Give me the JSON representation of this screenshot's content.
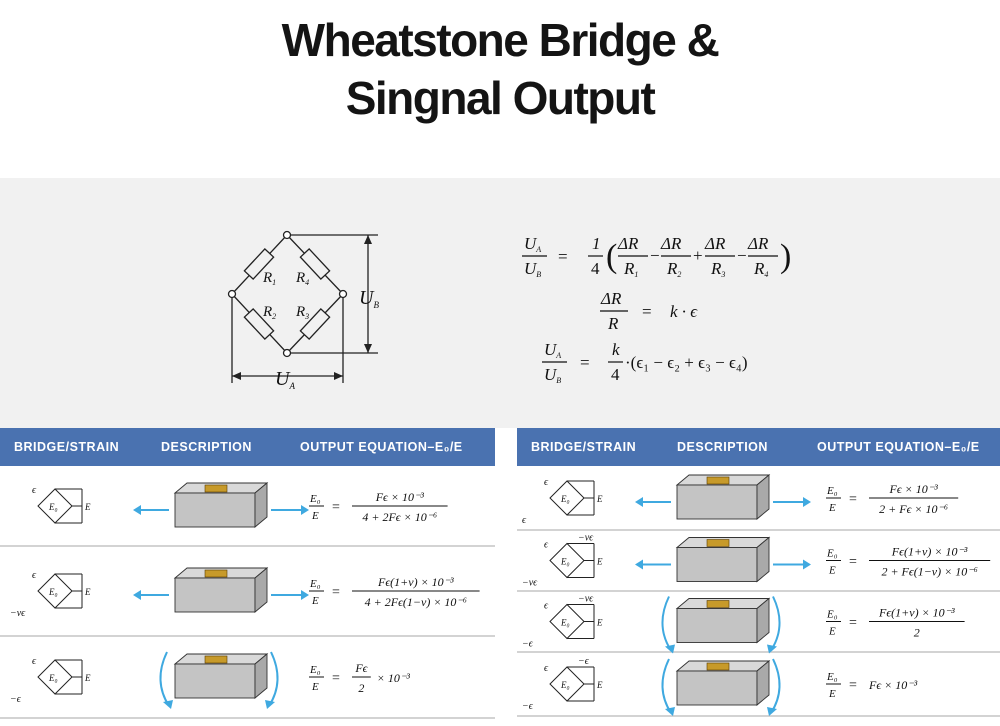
{
  "title": {
    "line1": "Wheatstone Bridge &",
    "line2": "Singnal Output"
  },
  "bridge_diagram": {
    "r1": "R",
    "r1_sub": "1",
    "r4": "R",
    "r4_sub": "4",
    "r2": "R",
    "r2_sub": "2",
    "r3": "R",
    "r3_sub": "3",
    "ub": "U",
    "ub_sub": "B",
    "ua": "U",
    "ua_sub": "A"
  },
  "equations": {
    "eq1_lhs_num": "U",
    "eq1_lhs_num_sub": "A",
    "eq1_lhs_den": "U",
    "eq1_lhs_den_sub": "B",
    "eq1_eq": "=",
    "eq1_coef_num": "1",
    "eq1_coef_den": "4",
    "eq1_t1_num": "ΔR",
    "eq1_t1_den": "R",
    "eq1_t1_sub": "1",
    "eq1_t2_num": "ΔR",
    "eq1_t2_den": "R",
    "eq1_t2_sub": "2",
    "eq1_t3_num": "ΔR",
    "eq1_t3_den": "R",
    "eq1_t3_sub": "3",
    "eq1_t4_num": "ΔR",
    "eq1_t4_den": "R",
    "eq1_t4_sub": "4",
    "op_minus": "−",
    "op_plus": "+",
    "eq2_num": "ΔR",
    "eq2_den": "R",
    "eq2_eq": "=",
    "eq2_rhs": "k · ϵ",
    "eq3_lhs_num": "U",
    "eq3_lhs_num_sub": "A",
    "eq3_lhs_den": "U",
    "eq3_lhs_den_sub": "B",
    "eq3_eq": "=",
    "eq3_coef_num": "k",
    "eq3_coef_den": "4",
    "eq3_rhs": "·(ϵ₁ − ϵ₂ + ϵ₃ − ϵ₄)"
  },
  "tables": [
    {
      "headers": {
        "bridge": "BRIDGE/STRAIN",
        "description": "DESCRIPTION",
        "output": "OUTPUT EQUATION–E₀/E"
      },
      "rows": [
        {
          "labels": [
            "ϵ",
            "",
            ""
          ],
          "eq_lhs_num": "E₀",
          "eq_lhs_den": "E",
          "eq_eq": "=",
          "eq_num": "Fϵ × 10⁻³",
          "eq_den": "4 + 2Fϵ × 10⁻⁶",
          "eq_tail": ""
        },
        {
          "labels": [
            "ϵ",
            "−νϵ",
            ""
          ],
          "eq_lhs_num": "E₀",
          "eq_lhs_den": "E",
          "eq_eq": "=",
          "eq_num": "Fϵ(1+ν) × 10⁻³",
          "eq_den": "4 + 2Fϵ(1−ν) × 10⁻⁶",
          "eq_tail": ""
        },
        {
          "labels": [
            "ϵ",
            "−ϵ",
            ""
          ],
          "eq_lhs_num": "E₀",
          "eq_lhs_den": "E",
          "eq_eq": "=",
          "eq_num": "Fϵ",
          "eq_den": "2",
          "eq_tail": "× 10⁻³"
        }
      ]
    },
    {
      "headers": {
        "bridge": "BRIDGE/STRAIN",
        "description": "DESCRIPTION",
        "output": "OUTPUT EQUATION–E₀/E"
      },
      "rows": [
        {
          "labels": [
            "ϵ",
            "ϵ",
            ""
          ],
          "eq_lhs_num": "E₀",
          "eq_lhs_den": "E",
          "eq_eq": "=",
          "eq_num": "Fϵ × 10⁻³",
          "eq_den": "2 + Fϵ × 10⁻⁶",
          "eq_tail": ""
        },
        {
          "labels": [
            "ϵ",
            "−νϵ",
            "−νϵ"
          ],
          "eq_lhs_num": "E₀",
          "eq_lhs_den": "E",
          "eq_eq": "=",
          "eq_num": "Fϵ(1+ν) × 10⁻³",
          "eq_den": "2 + Fϵ(1−ν) × 10⁻⁶",
          "eq_tail": ""
        },
        {
          "labels": [
            "ϵ",
            "−ϵ",
            "−νϵ"
          ],
          "eq_lhs_num": "E₀",
          "eq_lhs_den": "E",
          "eq_eq": "=",
          "eq_num": "Fϵ(1+ν) × 10⁻³",
          "eq_den": "2",
          "eq_tail": ""
        },
        {
          "labels": [
            "ϵ",
            "−ϵ",
            "−ϵ"
          ],
          "eq_lhs_num": "E₀",
          "eq_lhs_den": "E",
          "eq_eq": "=",
          "eq_num": "",
          "eq_den": "",
          "eq_tail": "Fϵ × 10⁻³"
        }
      ]
    }
  ],
  "colors": {
    "header_bg": "#4a72b0",
    "arrow": "#3fa9e0",
    "gauge": "#c79a2a",
    "panel_bg": "#f1f1f1"
  }
}
